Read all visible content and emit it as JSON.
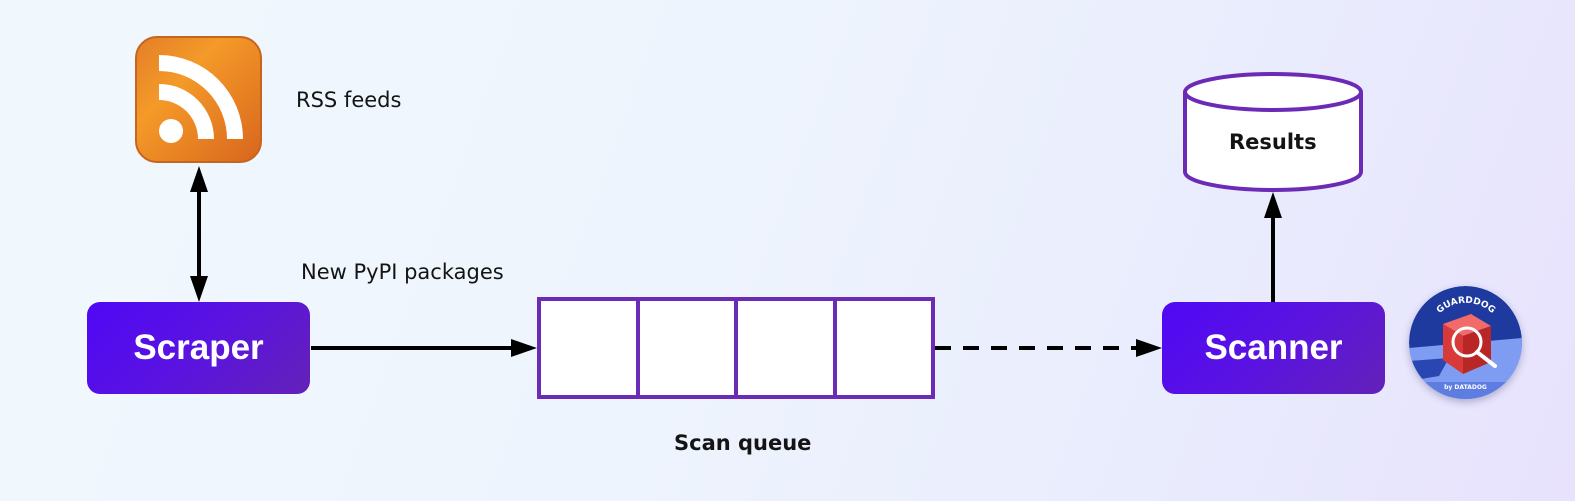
{
  "diagram": {
    "nodes": {
      "rss": {
        "label": "RSS feeds",
        "icon": "rss-icon",
        "color": "#f49a29"
      },
      "scraper": {
        "label": "Scraper",
        "color": "#5010ec"
      },
      "queue": {
        "label": "Scan queue",
        "cells": 4,
        "border_color": "#6c2bb7"
      },
      "scanner": {
        "label": "Scanner",
        "color": "#5010ec"
      },
      "results": {
        "label": "Results",
        "shape": "cylinder",
        "border_color": "#6c2bb7"
      },
      "logo": {
        "top_text": "GUARDDOG",
        "bottom_text": "by DATADOG"
      }
    },
    "edges": [
      {
        "from": "scraper",
        "to": "rss",
        "style": "solid",
        "direction": "both"
      },
      {
        "from": "scraper",
        "to": "queue",
        "style": "solid",
        "label": "New PyPI packages"
      },
      {
        "from": "queue",
        "to": "scanner",
        "style": "dashed"
      },
      {
        "from": "scanner",
        "to": "results",
        "style": "solid"
      }
    ]
  }
}
